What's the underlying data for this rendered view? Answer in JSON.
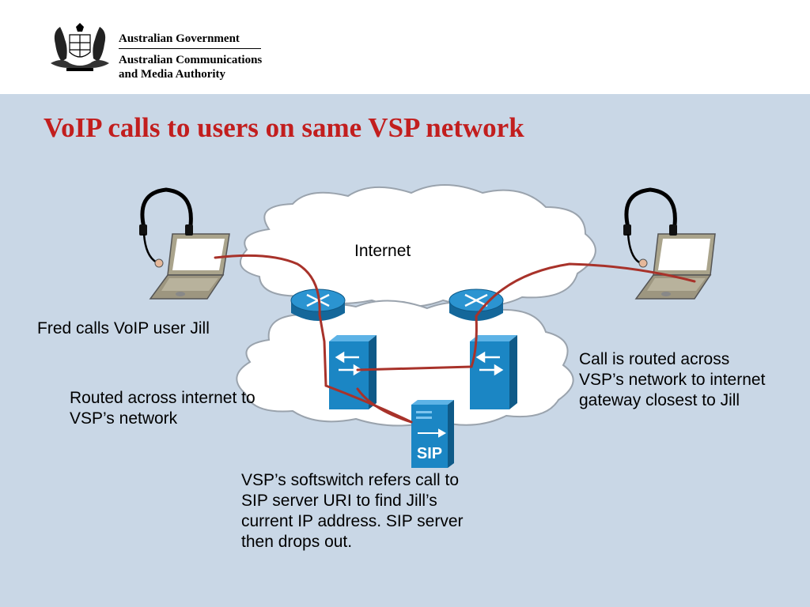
{
  "header": {
    "gov_line1": "Australian Government",
    "gov_line2": "Australian Communications",
    "gov_line3": "and Media Authority"
  },
  "slide": {
    "title": "VoIP calls to users on same VSP network"
  },
  "diagram": {
    "cloud_label": "Internet",
    "sip_server_label": "SIP",
    "annotations": {
      "fred": "Fred calls VoIP user Jill",
      "routed": "Routed across internet to VSP’s network",
      "call_routed": "Call is routed across VSP’s network to internet gateway closest to Jill",
      "softswitch": "VSP’s softswitch refers call to SIP server URI to find Jill’s current IP address. SIP server then drops out."
    }
  },
  "colors": {
    "background": "#c9d7e6",
    "title": "#c21e1e",
    "call_path": "#a8322a",
    "device_blue": "#1b86c4"
  }
}
